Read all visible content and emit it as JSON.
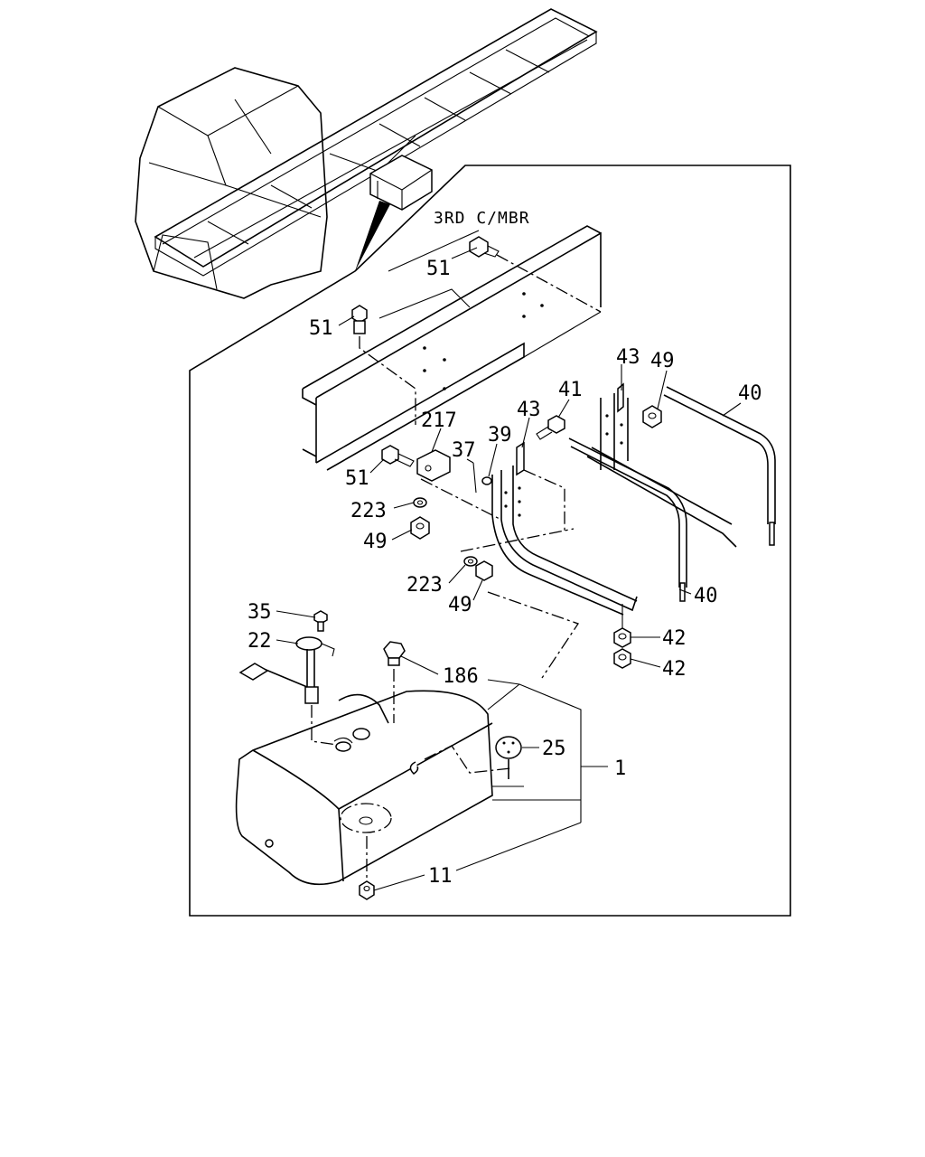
{
  "diagram": {
    "section_label": "3RD C/MBR",
    "callouts": [
      {
        "id": "c51a",
        "text": "51"
      },
      {
        "id": "c51b",
        "text": "51"
      },
      {
        "id": "c51c",
        "text": "51"
      },
      {
        "id": "c43a",
        "text": "43"
      },
      {
        "id": "c49a",
        "text": "49"
      },
      {
        "id": "c40a",
        "text": "40"
      },
      {
        "id": "c43b",
        "text": "43"
      },
      {
        "id": "c41",
        "text": "41"
      },
      {
        "id": "c217",
        "text": "217"
      },
      {
        "id": "c37",
        "text": "37"
      },
      {
        "id": "c39",
        "text": "39"
      },
      {
        "id": "c223a",
        "text": "223"
      },
      {
        "id": "c49b",
        "text": "49"
      },
      {
        "id": "c223b",
        "text": "223"
      },
      {
        "id": "c49c",
        "text": "49"
      },
      {
        "id": "c40b",
        "text": "40"
      },
      {
        "id": "c35",
        "text": "35"
      },
      {
        "id": "c22",
        "text": "22"
      },
      {
        "id": "c42a",
        "text": "42"
      },
      {
        "id": "c42b",
        "text": "42"
      },
      {
        "id": "c186",
        "text": "186"
      },
      {
        "id": "c25",
        "text": "25"
      },
      {
        "id": "c1",
        "text": "1"
      },
      {
        "id": "c11",
        "text": "11"
      }
    ]
  }
}
